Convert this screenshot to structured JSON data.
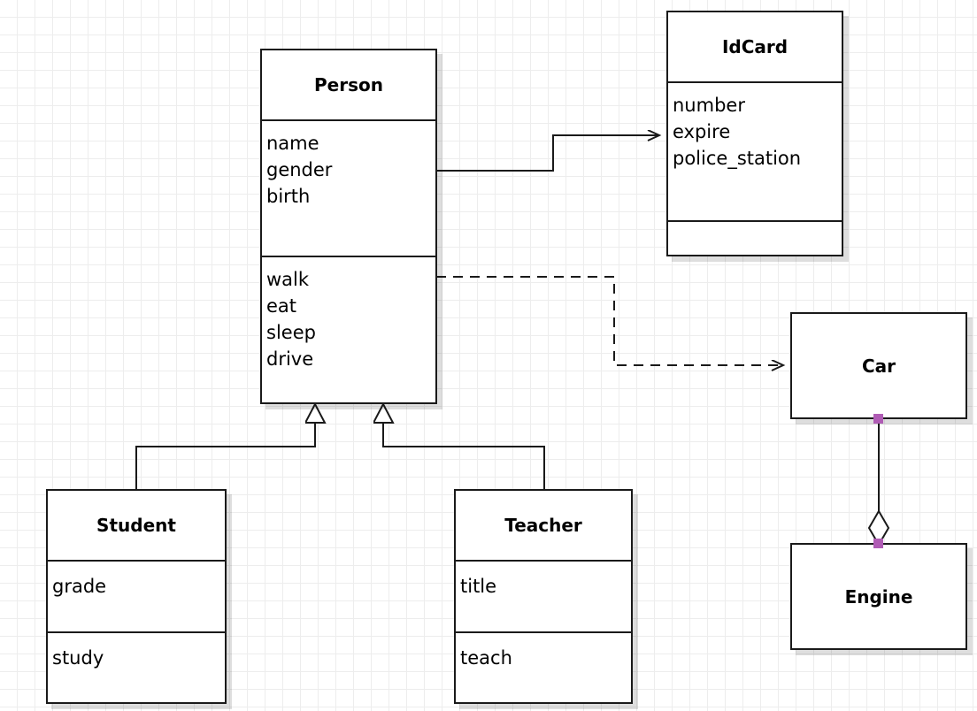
{
  "diagram": {
    "type": "uml-class-diagram",
    "background": "#ffffff",
    "grid_color": "#ededed",
    "line_color": "#1a1a1a",
    "selection_handle_color": "#b05cb5"
  },
  "classes": {
    "person": {
      "name": "Person",
      "attributes": [
        "name",
        "gender",
        "birth"
      ],
      "methods": [
        "walk",
        "eat",
        "sleep",
        "drive"
      ]
    },
    "idcard": {
      "name": "IdCard",
      "attributes": [
        "number",
        "expire",
        "police_station"
      ],
      "methods": []
    },
    "student": {
      "name": "Student",
      "attributes": [
        "grade"
      ],
      "methods": [
        "study"
      ]
    },
    "teacher": {
      "name": "Teacher",
      "attributes": [
        "title"
      ],
      "methods": [
        "teach"
      ]
    },
    "car": {
      "name": "Car",
      "attributes": [],
      "methods": []
    },
    "engine": {
      "name": "Engine",
      "attributes": [],
      "methods": []
    }
  },
  "relationships": [
    {
      "id": "person-idcard",
      "type": "association",
      "from": "Person",
      "to": "IdCard",
      "style": "solid",
      "arrow": "open"
    },
    {
      "id": "person-car",
      "type": "dependency",
      "from": "Person",
      "to": "Car",
      "style": "dashed",
      "arrow": "open"
    },
    {
      "id": "student-person",
      "type": "generalization",
      "from": "Student",
      "to": "Person",
      "style": "solid",
      "arrow": "hollow-triangle"
    },
    {
      "id": "teacher-person",
      "type": "generalization",
      "from": "Teacher",
      "to": "Person",
      "style": "solid",
      "arrow": "hollow-triangle"
    },
    {
      "id": "car-engine",
      "type": "aggregation",
      "from": "Car",
      "to": "Engine",
      "style": "solid",
      "arrow": "hollow-diamond",
      "selected": true
    }
  ]
}
